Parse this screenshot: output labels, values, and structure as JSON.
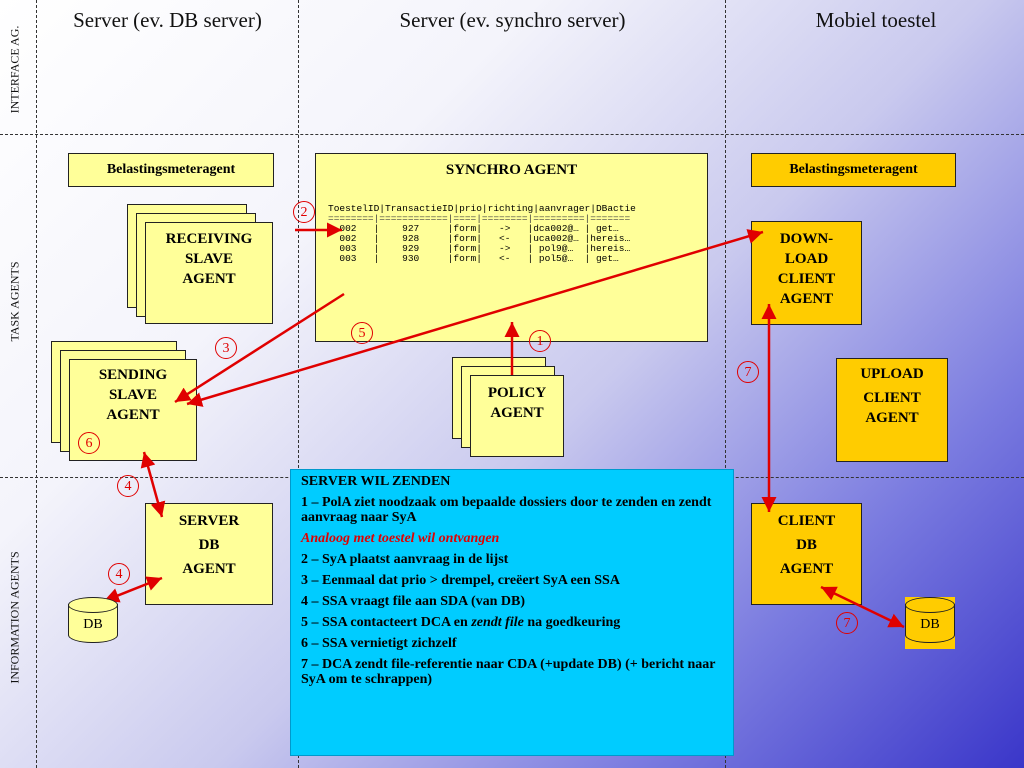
{
  "columns": [
    "Server (ev. DB server)",
    "Server (ev. synchro server)",
    "Mobiel toestel"
  ],
  "rows": [
    "INTERFACE AG.",
    "TASK AGENTS",
    "INFORMATION AGENTS"
  ],
  "boxes": {
    "belasting_left": "Belastingsmeteragent",
    "belasting_right": "Belastingsmeteragent",
    "synchro_title": "SYNCHRO AGENT",
    "receiving": [
      "RECEIVING",
      "SLAVE",
      "AGENT"
    ],
    "sending": [
      "SENDING",
      "SLAVE",
      "AGENT"
    ],
    "policy": [
      "POLICY",
      "AGENT"
    ],
    "download": [
      "DOWN-",
      "LOAD",
      "CLIENT",
      "AGENT"
    ],
    "upload": [
      "UPLOAD",
      "CLIENT",
      "AGENT"
    ],
    "server_db": [
      "SERVER",
      "DB",
      "AGENT"
    ],
    "client_db": [
      "CLIENT",
      "DB",
      "AGENT"
    ],
    "db_left": "DB",
    "db_right": "DB"
  },
  "table": {
    "header": "ToestelID|TransactieID|prio|richting|aanvrager|DBactie",
    "separator": "========|============|====|========|=========|=======",
    "rows": [
      "  002   |    927     |form|   ->   |dca002@… | get…",
      "  002   |    928     |form|   <-   |uca002@… |hereis…",
      "  003   |    929     |form|   ->   | pol9@…  |hereis…",
      "  003   |    930     |form|   <-   | pol5@…  | get…"
    ]
  },
  "numbers": [
    "1",
    "2",
    "3",
    "4",
    "4",
    "5",
    "6",
    "7",
    "7"
  ],
  "note": {
    "title": "SERVER WIL ZENDEN",
    "line1": "1 – PolA ziet noodzaak om bepaalde dossiers door te zenden en zendt aanvraag naar SyA",
    "line_red": "Analoog met toestel wil ontvangen",
    "line2": "2 – SyA plaatst aanvraag in de lijst",
    "line3": "3 – Eenmaal dat prio > drempel, creëert SyA een SSA",
    "line4": "4 – SSA vraagt file aan SDA (van DB)",
    "line5_pre": "5 – SSA contacteert DCA en ",
    "line5_em": "zendt file",
    "line5_post": " na goedkeuring",
    "line6": "6 – SSA vernietigt zichzelf",
    "line7": "7 – DCA zendt file-referentie naar CDA (+update  DB) (+ bericht naar SyA om te schrappen)"
  },
  "colors": {
    "yellow": "#ffff99",
    "orange": "#ffcc00",
    "arrow": "#e00000",
    "note": "#00ccff"
  }
}
